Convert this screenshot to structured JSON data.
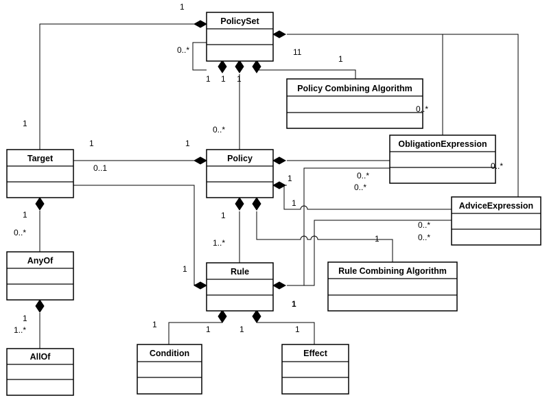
{
  "classes": {
    "policyset": "PolicySet",
    "policy_combining_algorithm": "Policy Combining Algorithm",
    "target": "Target",
    "policy": "Policy",
    "obligation_expression": "ObligationExpression",
    "advice_expression": "AdviceExpression",
    "anyof": "AnyOf",
    "rule": "Rule",
    "rule_combining_algorithm": "Rule Combining Algorithm",
    "allof": "AllOf",
    "condition": "Condition",
    "effect": "Effect"
  },
  "multiplicities": {
    "ps_target_1": "1",
    "ps_self_0n": "0..*",
    "ps_11": "11",
    "ps_pca_1": "1",
    "ps_1_a": "1",
    "ps_1_b": "1",
    "ps_1_c": "1",
    "pca_0n": "0..*",
    "target_1_top": "1",
    "ps_policy_0n": "0..*",
    "target_policy_1_left": "1",
    "target_policy_1_right": "1",
    "target_policy_01": "0..1",
    "policy_obl_0n": "0..*",
    "policy_adv_0n": "0..*",
    "policy_obl_1": "1",
    "policy_adv_1": "1",
    "obl_0n_right": "0..*",
    "adv_0n_a": "0..*",
    "adv_0n_b": "0..*",
    "target_anyof_1": "1",
    "target_anyof_0n": "0..*",
    "policy_rule_1": "1",
    "policy_rule_1n": "1..*",
    "policy_rca_1": "1",
    "target_rule_1": "1",
    "anyof_allof_1": "1",
    "anyof_allof_1n": "1..*",
    "rule_1_bold": "1",
    "rule_cond_1_left": "1",
    "rule_cond_1_right": "1",
    "rule_eff_1_left": "1",
    "rule_eff_1_right": "1"
  }
}
